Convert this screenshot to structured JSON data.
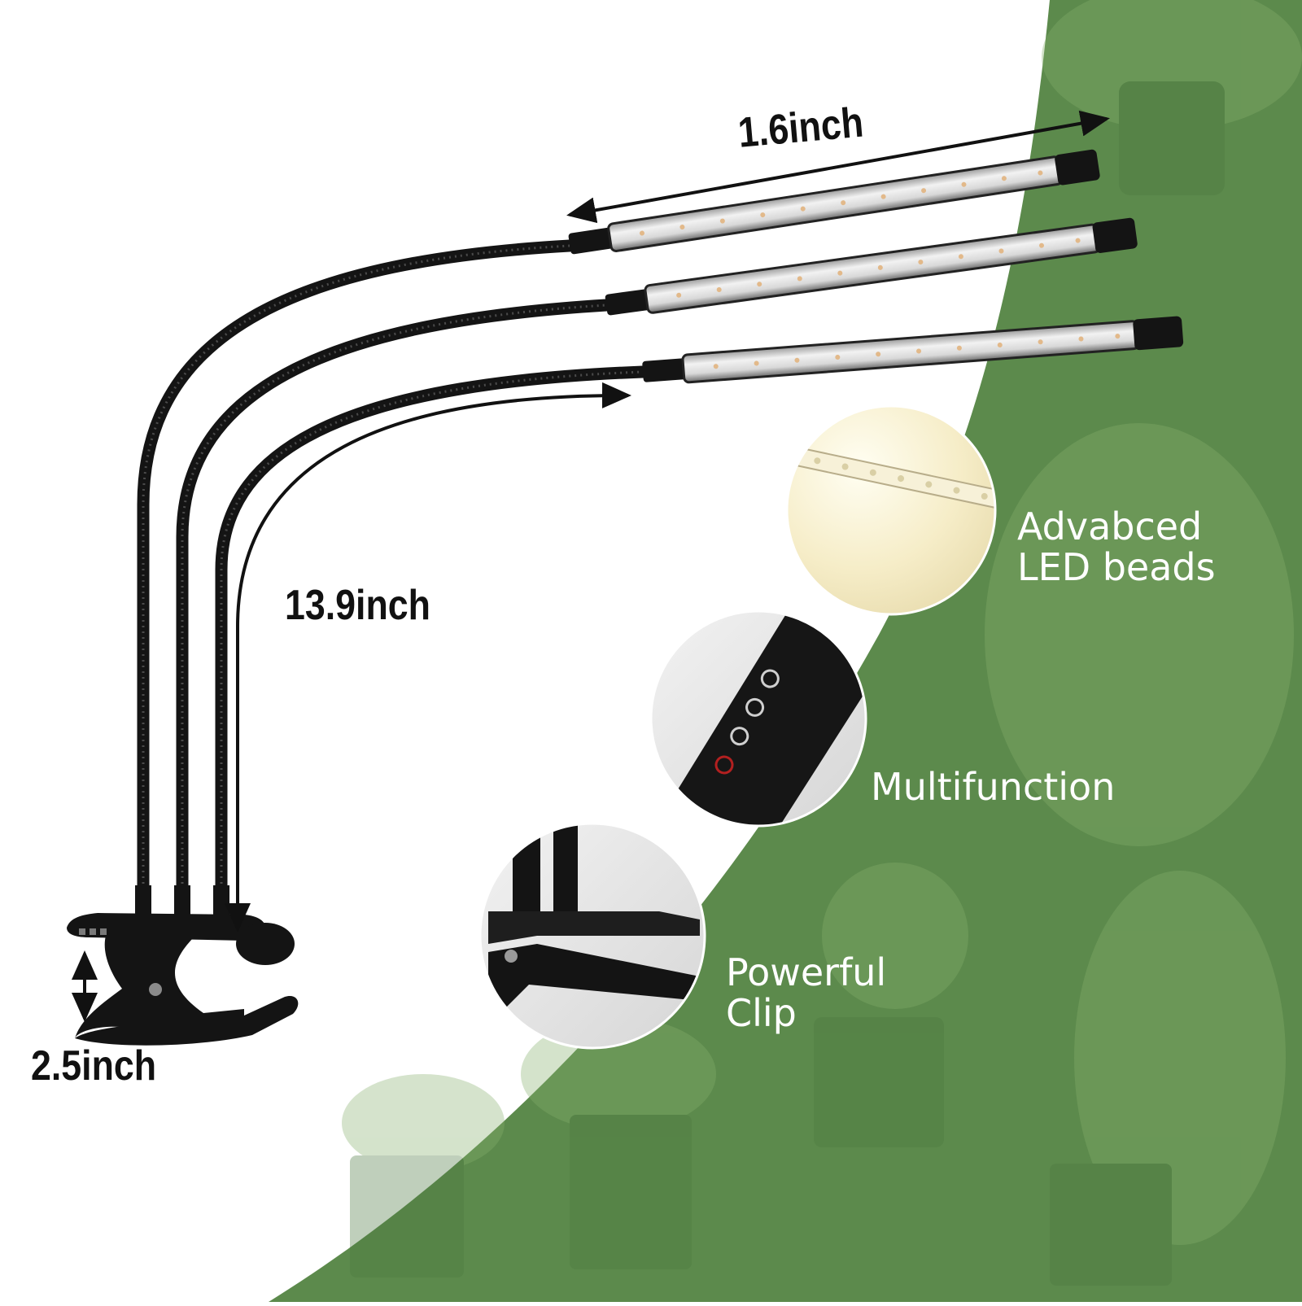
{
  "colors": {
    "background": "#ffffff",
    "green_panel": "#5c8a4c",
    "lamp_black": "#141414",
    "dimension_text": "#111111",
    "feature_text": "#ffffff"
  },
  "dimensions": {
    "bar_length": "1.6inch",
    "gooseneck_length": "13.9inch",
    "clip_opening": "2.5inch"
  },
  "features": [
    {
      "icon": "led-bar-closeup",
      "lines": [
        "Advabced",
        "LED beads"
      ]
    },
    {
      "icon": "control-buttons",
      "lines": [
        "Multifunction"
      ]
    },
    {
      "icon": "clip-closeup",
      "lines": [
        "Powerful",
        "Clip"
      ]
    }
  ]
}
